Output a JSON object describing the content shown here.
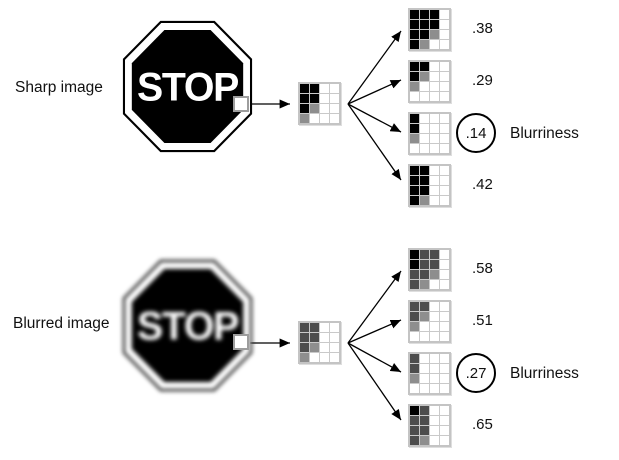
{
  "palette": {
    "black": "#000000",
    "dark_gray": "#4d4d4d",
    "mid_gray": "#8e8e8e",
    "white": "#ffffff",
    "grid_line": "#c9c9c9",
    "arrow": "#000000"
  },
  "cell_colors": {
    "k": "black",
    "d": "dark_gray",
    "g": "mid_gray",
    "w": "white"
  },
  "sections": [
    {
      "label": "Sharp image",
      "sign_text": "STOP",
      "patch": [
        [
          "k",
          "k",
          "w",
          "w"
        ],
        [
          "k",
          "k",
          "w",
          "w"
        ],
        [
          "k",
          "g",
          "w",
          "w"
        ],
        [
          "g",
          "w",
          "w",
          "w"
        ]
      ],
      "candidates": [
        {
          "value": ".38",
          "circled": false,
          "rows": [
            [
              "k",
              "k",
              "k",
              "w"
            ],
            [
              "k",
              "k",
              "k",
              "w"
            ],
            [
              "k",
              "k",
              "g",
              "w"
            ],
            [
              "k",
              "g",
              "w",
              "w"
            ]
          ]
        },
        {
          "value": ".29",
          "circled": false,
          "rows": [
            [
              "k",
              "k",
              "w",
              "w"
            ],
            [
              "k",
              "g",
              "w",
              "w"
            ],
            [
              "g",
              "w",
              "w",
              "w"
            ],
            [
              "w",
              "w",
              "w",
              "w"
            ]
          ]
        },
        {
          "value": ".14",
          "circled": true,
          "label": "Blurriness",
          "rows": [
            [
              "k",
              "w",
              "w",
              "w"
            ],
            [
              "k",
              "w",
              "w",
              "w"
            ],
            [
              "g",
              "w",
              "w",
              "w"
            ],
            [
              "w",
              "w",
              "w",
              "w"
            ]
          ]
        },
        {
          "value": ".42",
          "circled": false,
          "rows": [
            [
              "k",
              "k",
              "w",
              "w"
            ],
            [
              "k",
              "k",
              "w",
              "w"
            ],
            [
              "k",
              "k",
              "w",
              "w"
            ],
            [
              "k",
              "g",
              "w",
              "w"
            ]
          ]
        }
      ]
    },
    {
      "label": "Blurred image",
      "sign_text": "STOP",
      "patch": [
        [
          "d",
          "d",
          "w",
          "w"
        ],
        [
          "d",
          "d",
          "w",
          "w"
        ],
        [
          "d",
          "g",
          "w",
          "w"
        ],
        [
          "g",
          "w",
          "w",
          "w"
        ]
      ],
      "candidates": [
        {
          "value": ".58",
          "circled": false,
          "rows": [
            [
              "k",
              "d",
              "d",
              "w"
            ],
            [
              "k",
              "d",
              "d",
              "w"
            ],
            [
              "d",
              "d",
              "g",
              "w"
            ],
            [
              "d",
              "g",
              "w",
              "w"
            ]
          ]
        },
        {
          "value": ".51",
          "circled": false,
          "rows": [
            [
              "d",
              "d",
              "w",
              "w"
            ],
            [
              "d",
              "g",
              "w",
              "w"
            ],
            [
              "g",
              "w",
              "w",
              "w"
            ],
            [
              "w",
              "w",
              "w",
              "w"
            ]
          ]
        },
        {
          "value": ".27",
          "circled": true,
          "label": "Blurriness",
          "rows": [
            [
              "d",
              "w",
              "w",
              "w"
            ],
            [
              "d",
              "w",
              "w",
              "w"
            ],
            [
              "g",
              "w",
              "w",
              "w"
            ],
            [
              "w",
              "w",
              "w",
              "w"
            ]
          ]
        },
        {
          "value": ".65",
          "circled": false,
          "rows": [
            [
              "k",
              "d",
              "w",
              "w"
            ],
            [
              "d",
              "d",
              "w",
              "w"
            ],
            [
              "d",
              "d",
              "w",
              "w"
            ],
            [
              "d",
              "g",
              "w",
              "w"
            ]
          ]
        }
      ]
    }
  ]
}
